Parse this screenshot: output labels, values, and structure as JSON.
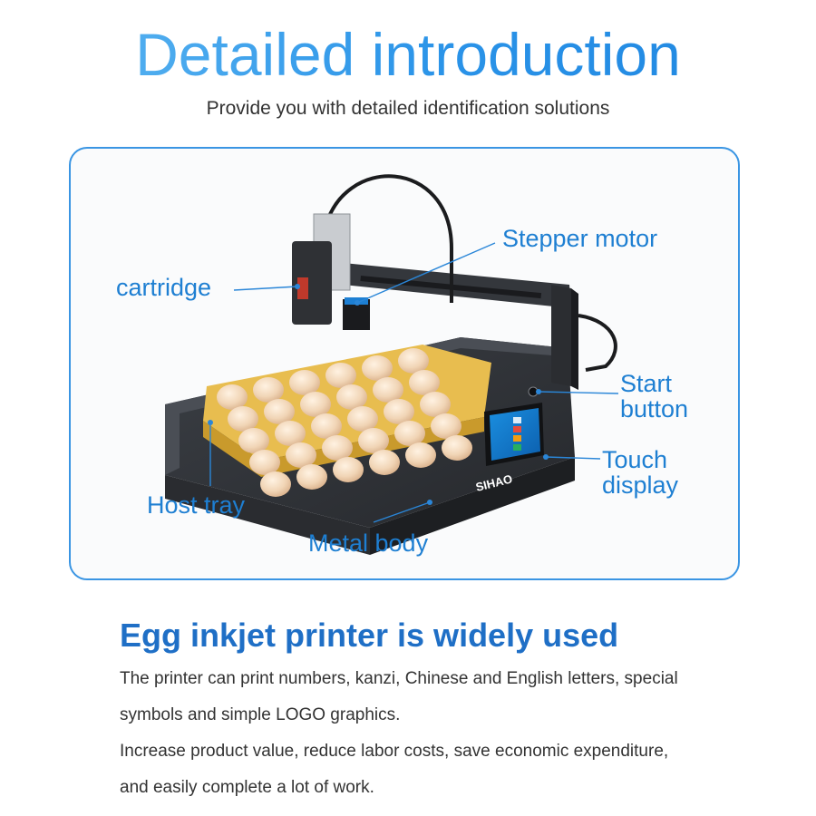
{
  "header": {
    "title": "Detailed introduction",
    "subtitle": "Provide you with detailed identification solutions"
  },
  "product": {
    "brand": "SIHAO",
    "callouts": {
      "stepper_motor": "Stepper motor",
      "cartridge": "cartridge",
      "start_button_line1": "Start",
      "start_button_line2": "button",
      "touch_display_line1": "Touch",
      "touch_display_line2": "display",
      "host_tray": "Host tray",
      "metal_body": "Metal body"
    },
    "colors": {
      "accent": "#2a93e8",
      "label": "#1e7fd2",
      "body_dark": "#2e3136",
      "tray_yellow": "#e6b94a",
      "egg": "#f3dcc1"
    }
  },
  "section": {
    "heading": "Egg inkjet printer is widely used",
    "paragraph_lines": [
      "The printer can print numbers, kanzi, Chinese and English letters, special",
      "symbols and simple LOGO graphics.",
      "Increase product value, reduce labor costs, save economic expenditure,",
      "and easily complete a lot of work."
    ]
  }
}
